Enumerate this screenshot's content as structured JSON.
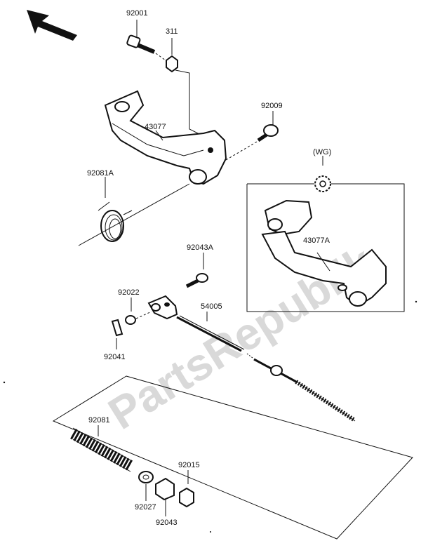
{
  "watermark": "PartsRepublik",
  "labels": {
    "p92001": "92001",
    "p311": "311",
    "p43077": "43077",
    "p92009": "92009",
    "wg": "(WG)",
    "p92081A": "92081A",
    "p43077A": "43077A",
    "p92043A": "92043A",
    "p92022": "92022",
    "p54005": "54005",
    "p92041": "92041",
    "p92081": "92081",
    "p92015": "92015",
    "p92027": "92027",
    "p92043": "92043"
  },
  "icons": {
    "direction": "front-direction-arrow-icon",
    "gear": "gear-icon"
  }
}
